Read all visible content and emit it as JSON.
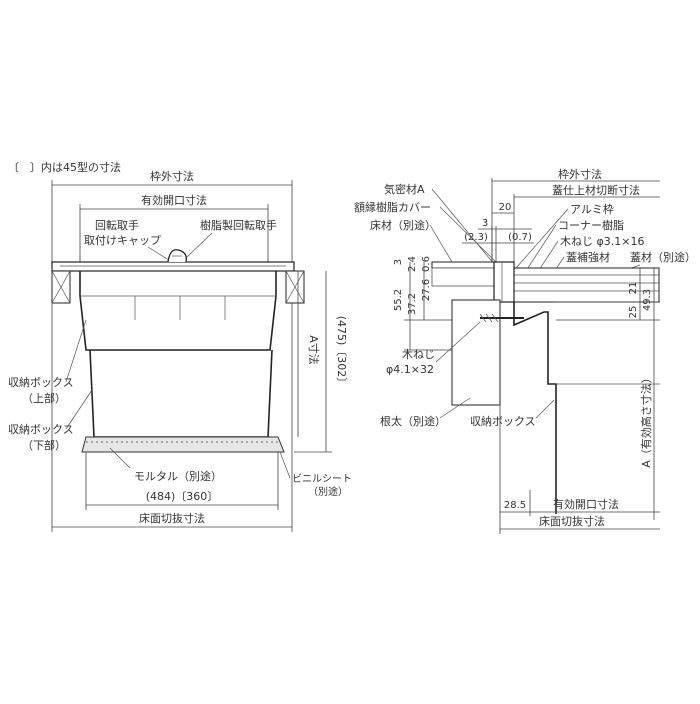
{
  "note": "〔　〕内は45型の寸法",
  "left_view": {
    "frame_outer": "枠外寸法",
    "effective_opening": "有効開口寸法",
    "rotating_handle_cap": [
      "回転取手",
      "取付けキャップ"
    ],
    "resin_handle": "樹脂製回転取手",
    "storage_box_upper": [
      "収納ボックス",
      "（上部）"
    ],
    "storage_box_lower": [
      "収納ボックス",
      "（下部）"
    ],
    "a_dim": "A寸法",
    "a_dim_alt": "(475)〔302〕",
    "mortar": "モルタル（別途）",
    "vinyl_sheet": "ビニルシート",
    "vinyl_sheet_sub": "（別途）",
    "bottom_dim": "(484)〔360〕",
    "floor_cutout": "床面切抜寸法"
  },
  "right_view": {
    "frame_outer": "枠外寸法",
    "lid_cut_size": "蓋仕上材切断寸法",
    "airtight_a": "気密材A",
    "frame_resin_cover": "額縁樹脂カバー",
    "floor_material": "床材（別途）",
    "aluminium_frame": "アルミ枠",
    "corner_resin": "コーナー樹脂",
    "wood_screw_top": "木ねじ φ3.1×16",
    "lid_reinforcement": "蓋補強材",
    "lid_material": "蓋材（別途）",
    "wood_screw": "木ねじ",
    "wood_screw_size": "φ4.1×32",
    "joist": "根太（別途）",
    "storage_box": "収納ボックス",
    "a_effective_depth": "A（有効高さ寸法）",
    "effective_opening": "有効開口寸法",
    "floor_cutout": "床面切抜寸法",
    "dims": {
      "d20": "20",
      "d3": "3",
      "d2_3": "(2.3)",
      "d0_7": "(0.7)",
      "v3": "3",
      "v2_4": "2.4",
      "v0_6": "0.6",
      "v37_2": "37.2",
      "v27_6": "27.6",
      "v55_2": "55.2",
      "v21": "21",
      "v25": "25",
      "v49_3": "49.3",
      "h28_5": "28.5"
    }
  }
}
